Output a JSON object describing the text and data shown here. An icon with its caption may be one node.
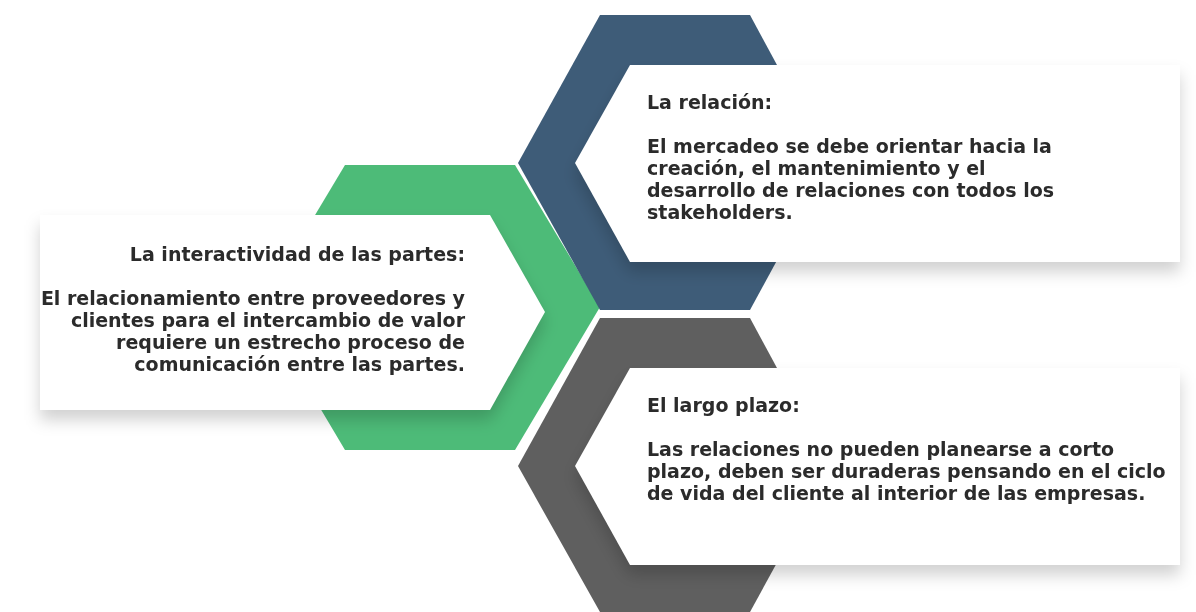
{
  "diagram": {
    "nodes": [
      {
        "text": [
          "La interactividad de las partes:",
          "El relacionamiento entre proveedores y clientes para el intercambio de valor requiere un estrecho proceso de comunicación entre las partes."
        ]
      },
      {
        "text": [
          "La relación:",
          "El mercadeo se debe orientar hacia la creación, el mantenimiento y el desarrollo de relaciones con todos los stakeholders."
        ]
      },
      {
        "text": [
          "El largo plazo:",
          "Las relaciones no pueden planearse a corto plazo, deben ser duraderas pensando en el ciclo de vida del cliente al interior de las empresas."
        ]
      }
    ]
  }
}
